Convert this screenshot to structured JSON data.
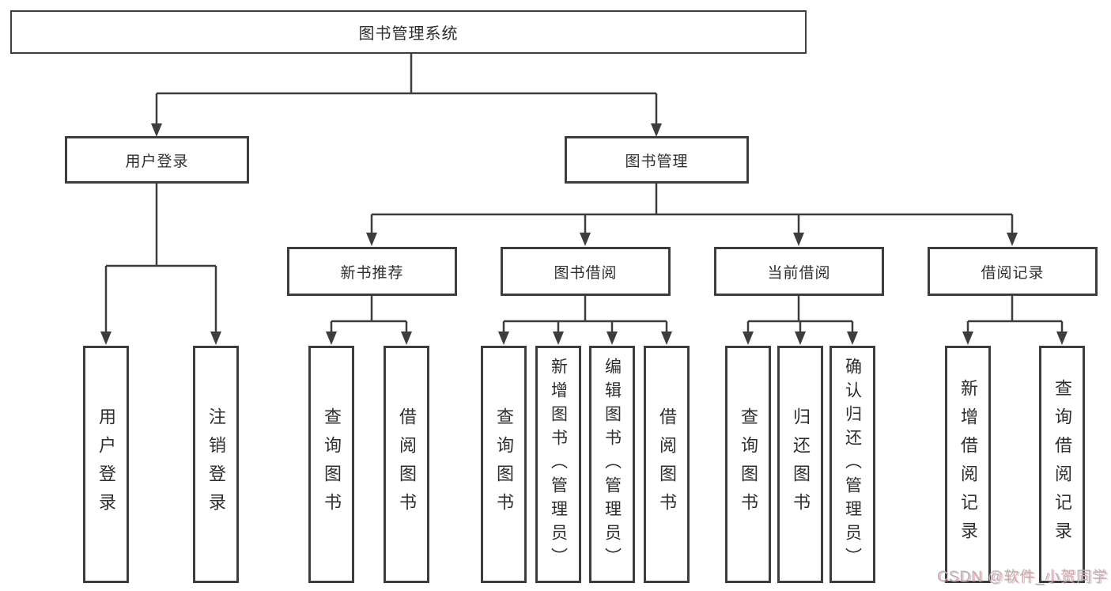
{
  "root": {
    "label": "图书管理系统"
  },
  "level2": [
    {
      "label": "用户登录"
    },
    {
      "label": "图书管理"
    }
  ],
  "level3": [
    {
      "label": "新书推荐",
      "parent": "图书管理"
    },
    {
      "label": "图书借阅",
      "parent": "图书管理"
    },
    {
      "label": "当前借阅",
      "parent": "图书管理"
    },
    {
      "label": "借阅记录",
      "parent": "图书管理"
    }
  ],
  "leaves": [
    {
      "label": "用户登录",
      "parent": "用户登录"
    },
    {
      "label": "注销登录",
      "parent": "用户登录"
    },
    {
      "label": "查询图书",
      "parent": "新书推荐"
    },
    {
      "label": "借阅图书",
      "parent": "新书推荐"
    },
    {
      "label": "查询图书",
      "parent": "图书借阅"
    },
    {
      "label": "新增图书（管理员）",
      "parent": "图书借阅"
    },
    {
      "label": "编辑图书（管理员）",
      "parent": "图书借阅"
    },
    {
      "label": "借阅图书",
      "parent": "图书借阅"
    },
    {
      "label": "查询图书",
      "parent": "当前借阅"
    },
    {
      "label": "归还图书",
      "parent": "当前借阅"
    },
    {
      "label": "确认归还（管理员）",
      "parent": "当前借阅"
    },
    {
      "label": "新增借阅记录",
      "parent": "借阅记录"
    },
    {
      "label": "查询借阅记录",
      "parent": "借阅记录"
    }
  ],
  "watermark": "CSDN @软件_小贺同学",
  "colors": {
    "line": "#3d3d3d",
    "text": "#2e2e2e",
    "background": "#ffffff",
    "watermark": "#b5b5b5",
    "watermark_accent": "#ed6d81"
  }
}
